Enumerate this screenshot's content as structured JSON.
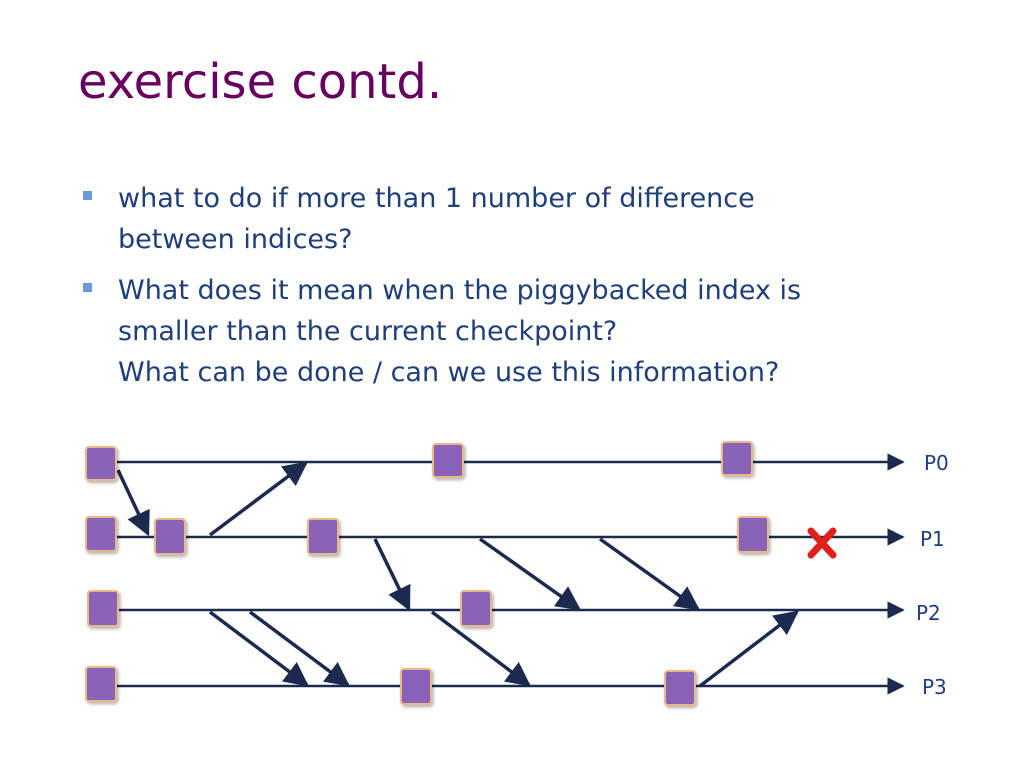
{
  "slide": {
    "title": "exercise contd.",
    "bullets": [
      {
        "lines": [
          "what to do if more than 1 number of difference",
          "between indices?"
        ]
      },
      {
        "lines": [
          "What does it mean when the piggybacked index is",
          "smaller than the current checkpoint?",
          "What can be done / can we use this information?"
        ]
      }
    ]
  },
  "diagram": {
    "processes": [
      "P0",
      "P1",
      "P2",
      "P3"
    ],
    "colors": {
      "checkpoint_fill": "#8a62b8",
      "checkpoint_border": "#e8b987",
      "line": "#1b2a4e",
      "failure": "#e0201a"
    },
    "failure_marker": {
      "process": "P1",
      "icon": "red-x-failure-icon"
    }
  }
}
